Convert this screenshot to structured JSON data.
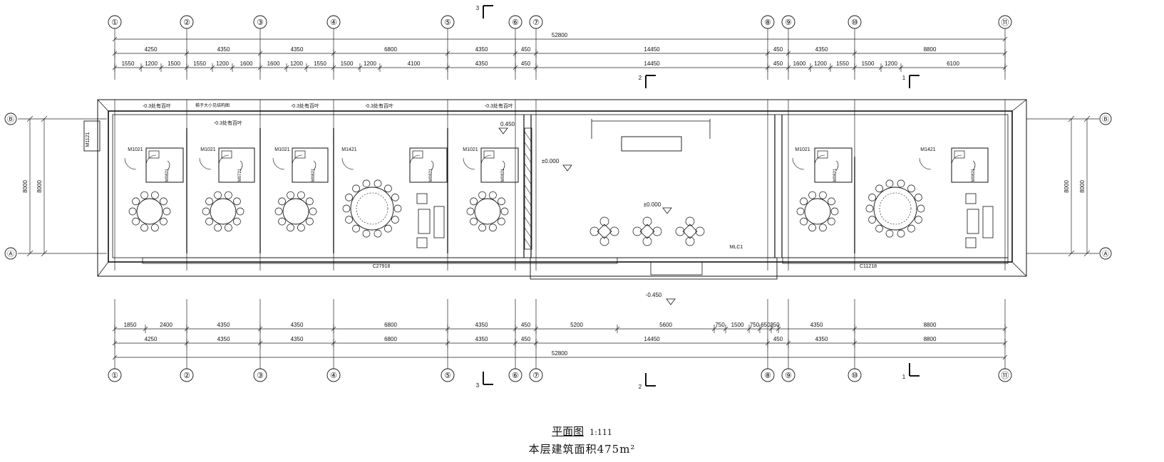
{
  "drawing": {
    "axes_top": [
      "①",
      "②",
      "③",
      "④",
      "⑤",
      "⑥",
      "⑦",
      "⑧",
      "⑨",
      "⑩",
      "⑪"
    ],
    "axes_side": [
      "Ⓑ",
      "Ⓐ"
    ],
    "total_width": "52800",
    "top_row1": [
      "4250",
      "4350",
      "4350",
      "6800",
      "4350",
      "450",
      "14450",
      "450",
      "4350",
      "8800"
    ],
    "top_row2": [
      "1550",
      "1200",
      "1500",
      "1550",
      "1200",
      "1600",
      "1600",
      "1200",
      "1550",
      "1500",
      "1200",
      "4100",
      "4350",
      "450",
      "14450",
      "450",
      "1600",
      "1200",
      "1550",
      "1500",
      "1200",
      "6100"
    ],
    "bottom_row1": [
      "1850",
      "2400",
      "4350",
      "4350",
      "6800",
      "4350",
      "450",
      "5200",
      "5600",
      "750",
      "1500",
      "750",
      "650",
      "350",
      "4350",
      "8800"
    ],
    "bottom_row2": [
      "4250",
      "4350",
      "4350",
      "6800",
      "4350",
      "450",
      "14450",
      "450",
      "4350",
      "8800"
    ],
    "side_dim": "8000",
    "section_marks": [
      "3",
      "2",
      "1"
    ],
    "window_notes": [
      "-0.3处有百叶",
      "-0.3处有百叶",
      "-0.3处有百叶",
      "-0.3处有百叶"
    ],
    "shaft_note": "梯子大小见结构图",
    "shaft_note2": "-0.3处有百叶",
    "door_labels": [
      "M1021",
      "M1021",
      "M1021",
      "M1421",
      "M1021",
      "M1021",
      "M1421",
      "M1121",
      "MLC1"
    ],
    "wc_door_labels": [
      "M0821",
      "M0721",
      "M0821",
      "M0821",
      "M0821",
      "M0821",
      "M0821"
    ],
    "window_labels": [
      "C27918",
      "C11218"
    ],
    "elevations": [
      "0.450",
      "±0.000",
      "±0.000",
      "-0.450"
    ]
  },
  "caption": {
    "title": "平面图",
    "scale": "1:111",
    "area_label": "本层建筑面积475m²"
  }
}
